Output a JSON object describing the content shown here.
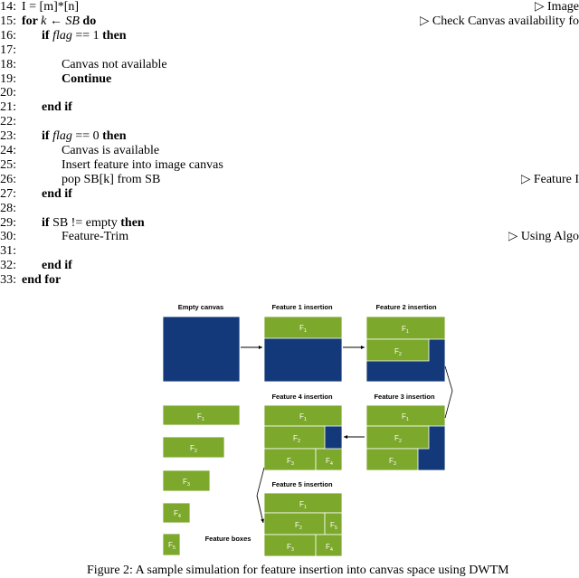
{
  "algorithm": {
    "lines": [
      {
        "num": "14:",
        "indent": 0,
        "parts": [
          {
            "t": "I = [m]*[n]"
          }
        ],
        "comment": "▷ Image"
      },
      {
        "num": "15:",
        "indent": 0,
        "parts": [
          {
            "t": "for ",
            "s": "kw"
          },
          {
            "t": "k",
            "s": "math"
          },
          {
            "t": " ← "
          },
          {
            "t": "SB",
            "s": "math"
          },
          {
            "t": " do",
            "s": "kw"
          }
        ],
        "comment": "▷ Check Canvas availability fo"
      },
      {
        "num": "16:",
        "indent": 1,
        "parts": [
          {
            "t": "if ",
            "s": "kw"
          },
          {
            "t": "flag",
            "s": "math"
          },
          {
            "t": " == 1 "
          },
          {
            "t": "then",
            "s": "kw"
          }
        ],
        "comment": ""
      },
      {
        "num": "17:",
        "indent": 0,
        "parts": [],
        "comment": ""
      },
      {
        "num": "18:",
        "indent": 2,
        "parts": [
          {
            "t": "Canvas not available"
          }
        ],
        "comment": ""
      },
      {
        "num": "19:",
        "indent": 2,
        "parts": [
          {
            "t": "Continue",
            "s": "kw"
          }
        ],
        "comment": ""
      },
      {
        "num": "20:",
        "indent": 0,
        "parts": [],
        "comment": ""
      },
      {
        "num": "21:",
        "indent": 1,
        "parts": [
          {
            "t": "end if",
            "s": "kw"
          }
        ],
        "comment": ""
      },
      {
        "num": "22:",
        "indent": 0,
        "parts": [],
        "comment": ""
      },
      {
        "num": "23:",
        "indent": 1,
        "parts": [
          {
            "t": "if ",
            "s": "kw"
          },
          {
            "t": "flag",
            "s": "math"
          },
          {
            "t": " == 0 "
          },
          {
            "t": "then",
            "s": "kw"
          }
        ],
        "comment": ""
      },
      {
        "num": "24:",
        "indent": 2,
        "parts": [
          {
            "t": "Canvas is available"
          }
        ],
        "comment": ""
      },
      {
        "num": "25:",
        "indent": 2,
        "parts": [
          {
            "t": "Insert feature into image canvas"
          }
        ],
        "comment": ""
      },
      {
        "num": "26:",
        "indent": 2,
        "parts": [
          {
            "t": "pop SB[k] from SB"
          }
        ],
        "comment": "▷ Feature I"
      },
      {
        "num": "27:",
        "indent": 1,
        "parts": [
          {
            "t": "end if",
            "s": "kw"
          }
        ],
        "comment": ""
      },
      {
        "num": "28:",
        "indent": 0,
        "parts": [],
        "comment": ""
      },
      {
        "num": "29:",
        "indent": 1,
        "parts": [
          {
            "t": "if ",
            "s": "kw"
          },
          {
            "t": "SB != empty "
          },
          {
            "t": "then",
            "s": "kw"
          }
        ],
        "comment": ""
      },
      {
        "num": "30:",
        "indent": 2,
        "parts": [
          {
            "t": "Feature-Trim"
          }
        ],
        "comment": "▷ Using Algo"
      },
      {
        "num": "31:",
        "indent": 0,
        "parts": [],
        "comment": ""
      },
      {
        "num": "32:",
        "indent": 1,
        "parts": [
          {
            "t": "end if",
            "s": "kw"
          }
        ],
        "comment": ""
      },
      {
        "num": "33:",
        "indent": 0,
        "parts": [
          {
            "t": "end for",
            "s": "kw"
          }
        ],
        "comment": ""
      }
    ]
  },
  "figure": {
    "colors": {
      "canvas": "#13397a",
      "feature": "#7ca82c",
      "text": "#ffffff",
      "arrow": "#000000"
    },
    "panel_titles": {
      "empty": "Empty canvas",
      "f1": "Feature 1 insertion",
      "f2": "Feature 2 insertion",
      "f3": "Feature 3 insertion",
      "f4": "Feature 4 insertion",
      "f5": "Feature 5 insertion"
    },
    "feature_boxes_label": "Feature boxes",
    "feature_labels": [
      "F1",
      "F2",
      "F3",
      "F4",
      "F5"
    ]
  },
  "caption": "Figure 2: A sample simulation for feature insertion into canvas space using DWTM"
}
